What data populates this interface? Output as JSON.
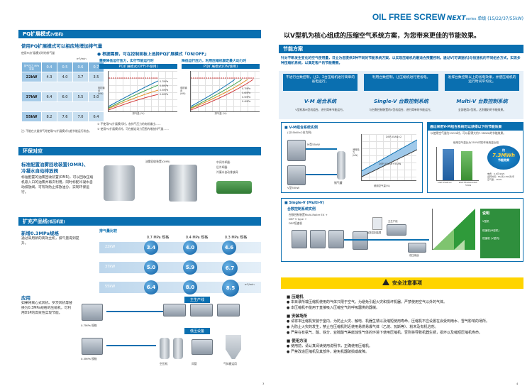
{
  "header": {
    "title": "OIL FREE SCREW",
    "series": "NEXT",
    "series_suffix": "series",
    "model": "单级 (15/22/37/55kW)"
  },
  "left": {
    "pq": {
      "bar": "PQ扩展模式",
      "bar_small": "(V型机)",
      "subtitle": "使用PQ扩展模式可以相应地增加排气量",
      "table_caption": "使用PQ扩展模式时的排气量",
      "table_unit": "m³/min",
      "head": [
        "排气压力 MPa\n容量",
        "0.4",
        "0.5",
        "0.6",
        "0.7"
      ],
      "rows": [
        [
          "22kW",
          "4.3",
          "4.0",
          "3.7",
          "3.5"
        ],
        [
          "37kW",
          "6.4",
          "6.0",
          "5.5",
          "5.0"
        ],
        [
          "55kW",
          "8.2",
          "7.6",
          "7.0",
          "6.4"
        ]
      ],
      "note": "注: 不能在大量排气时使用PQ扩展模式与超节能运行状态。",
      "point": "● 根据需要，可在控制面板上选择PQ扩展模式「ON/OFF」",
      "left_chart": {
        "t1": "需要降低运行压力，实行节能运行时",
        "t2": "PQ扩展模式(OFF/不使用)",
        "legend": [
          "0.7MPa",
          "0.6MPa",
          "0.5MPa",
          "0.4MPa"
        ],
        "xlabel": "排气量 (%)",
        "ylabel": "电机输出 (kW)"
      },
      "right_chart": {
        "t1": "降低运行压力，利用压缩机额定最大动力时",
        "t2": "PQ扩展模式(ON/使用)",
        "legend": [
          "0.7MPa",
          "0.6MPa",
          "0.5MPa",
          "0.4MPa"
        ],
        "xlabel": "排气量 (%)",
        "ylabel": "电机输出 (kW)"
      },
      "footnote1": "① 不使用PQ扩展模式时，各排气压力的电机输出……",
      "footnote2": "② 使用PQ扩展模式时，可在额定动力范围内增加排气量……"
    },
    "env": {
      "bar": "环保对应",
      "subtitle1": "标准配置油雾回收装置(OMR)、",
      "subtitle2": "冷凝水自动排放阀",
      "desc": "标准配置的油雾回收装置(OMR)，可以回收压缩机吸入口的油雾并再次利用，同时标配冷凝水自动排放阀，可有效防止排放油分，实现环保运行。",
      "label1": "油雾回收装置(OMR)",
      "label2": "中间冷却器·",
      "label3": "后冷却器·",
      "label4": "冷凝水自动排放阀"
    },
    "expand": {
      "bar": "扩充产品线",
      "bar_small": "(低压机型)",
      "subtitle": "新增0.3MPa规格",
      "desc": "通过采用新的高效主机，排气量得到提升。",
      "chart_label": "排气量比较",
      "cols": [
        "0.7 MPa 规格",
        "0.4 MPa 规格",
        "0.3 MPa 规格"
      ],
      "rows": [
        {
          "kw": "22kW",
          "v": [
            "3.4",
            "4.0",
            "4.6"
          ]
        },
        {
          "kw": "37kW",
          "v": [
            "5.0",
            "5.9",
            "6.7"
          ]
        },
        {
          "kw": "55kW",
          "v": [
            "6.4",
            "8.0",
            "8.5"
          ]
        }
      ],
      "unit": "m³/min"
    },
    "app": {
      "title": "应用",
      "desc": "如果将离心式风机、罗茨风机等替换为0.3MPa规格的压缩机，可利用DSP的高效性实现节能。",
      "label_top": "主生产线",
      "label_bot": "低压设备",
      "lbl1": "0.7MPa 规格",
      "lbl2": "0.3MPa 规格",
      "cap1": "空压机",
      "cap2": "风管",
      "cap3": "气体搬运用"
    },
    "page": "3"
  },
  "right": {
    "headline": "以V型机为核心组成的压缩空气系统方案，为您带来更佳的节能效果。",
    "energy": {
      "bar": "节能方案",
      "desc": "针对不断发生变化的空气使用量，日立为您提供3种不同的节能系统方案，以实现压缩机的最适合预置控制。通过V(可调速机)与恒速机的不同组合方式，实现多种压缩机系统，以满足客户的节能需要。",
      "systems": [
        {
          "box": "不进行台数控制，让2、3台压缩机进行简单的省电运行。",
          "name": "V-M 组合系统",
          "desc": "V型机和M型机组合，进行简单节能运行。"
        },
        {
          "box": "利用台数控制，让压缩机进行更省电。",
          "name": "Single-V 台数控制系统",
          "desc": "与台数控制装置的V型机组合，进行简单的节能运行。"
        },
        {
          "box": "发挥台数控制以上的省电效果，并使压缩机的运行时间平均化。",
          "name": "Multi-V 台数控制系统",
          "desc": "全部使用V型机，达到最好的节能效果。"
        }
      ]
    },
    "vm": {
      "title": "■ V-M组合系统实例",
      "subtitle": "(以55kW×2台为例)",
      "lbl_v": "V型55kW",
      "lbl_m": "M型55kW",
      "lbl_tank": "储气罐",
      "chart_title": "DSP-55AN×2",
      "chart_label2": "DSP-55VAN+55AN",
      "xlabel": "使用空气量(%)",
      "ylabel": "消耗电力 (kW)"
    },
    "saving": {
      "title": "通过采用V-M组合系统可以获得以下的节能效果",
      "desc": "以使用空气量为150%时，可以获得大约7.3MWh的节能效果。",
      "chart_title": "使用空气量比为150%时的年耗电量比较",
      "badge_head": "约",
      "badge_val": "7.3MWh",
      "badge_sub": "节能效果",
      "bars": [
        {
          "label": "DSP-55AN×2",
          "value": 100
        },
        {
          "label": "DSP-55VAN+DSP-55AN",
          "value": 93
        }
      ],
      "cond": [
        "电费：0.6元/kWh",
        "运转时间：8h/天×250天/年",
        "空气量：150%"
      ]
    },
    "single": {
      "title": "■ Single-V (Multi-V)",
      "subtitle": "台数控制系统实例",
      "desc1": "台数控制装置Multi-Roller EX +",
      "desc2": "DSP V type +",
      "desc3": "DSP恒速机",
      "lbl_ctrl": "台数控制装置",
      "lbl_main": "主生产线",
      "lbl_low": "低压用途",
      "legend_title": "说明",
      "legend_v": "V型机",
      "legend_m": "恒速机(M型机)",
      "legend_mv": "恒速机 (V型机)"
    },
    "safety": {
      "title": "安全注意事项",
      "sections": [
        {
          "h": "■ 压缩机",
          "items": [
            "● 本目录所载压缩机使用的气体只限于空气。为避免引起火灾和损坏机器，严禁使用空气以外的气体。",
            "● 本压缩机不能用于直接吸入压缩空气的呼吸器类的器械。"
          ]
        },
        {
          "h": "■ 安装场所",
          "items": [
            "● 请将本压缩机安装于室内，为防止火灾、触电、机器生锈以及缩短使用寿命，压缩机不应设置在会受到雨水、雪气影响的场所。",
            "● 为防止火灾的发生，禁止在压缩机附近使用易燃易爆气体（乙烷、瓦斯等）、粉末及有机溶剂。",
            "● 严禁在有氨气、酸、铁分、亚硫酸气等腐蚀性气体的环境下使用压缩机，否则将导致机器生锈，损坏以及缩短压缩机寿命。"
          ]
        },
        {
          "h": "■ 使用方法",
          "items": [
            "● 使用前，请认真阅读使用说明书，正确使用压缩机。",
            "● 严禁改造压缩机及其部件，避免机器破损或故障。"
          ]
        }
      ]
    },
    "page": "4"
  }
}
